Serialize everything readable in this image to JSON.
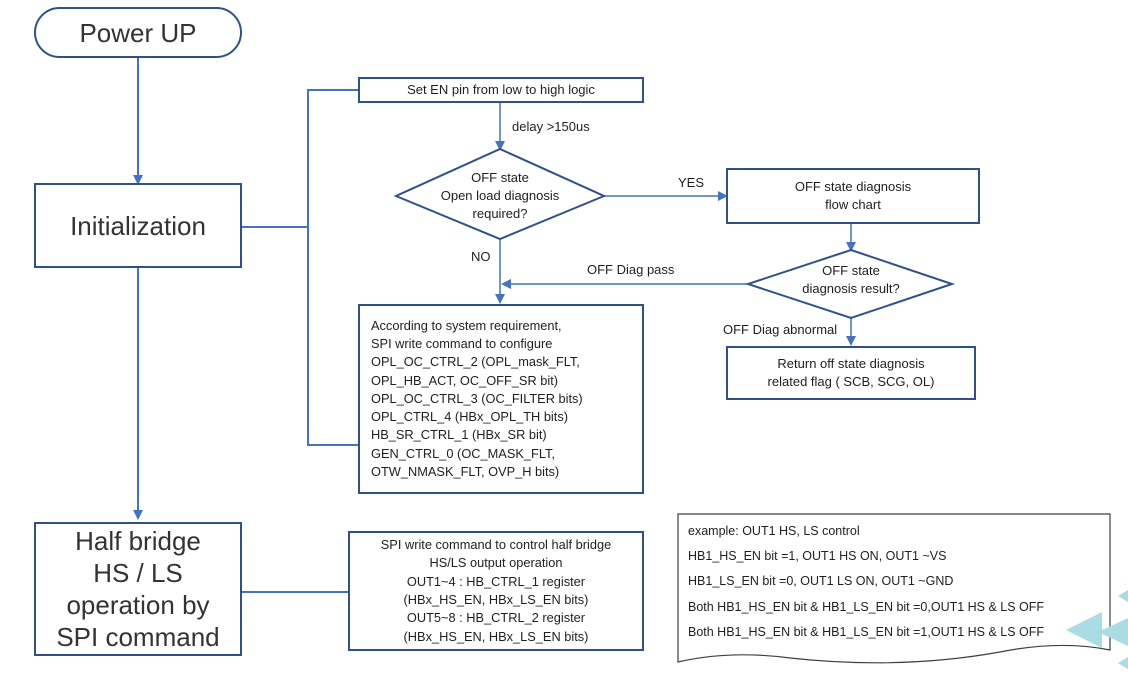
{
  "power_up": "Power UP",
  "initialization": "Initialization",
  "half_bridge": "Half bridge\nHS / LS\noperation by\nSPI command",
  "set_en": "Set EN pin from low to high logic",
  "delay": "delay >150us",
  "decision_off_state": "OFF state\nOpen load diagnosis\nrequired?",
  "yes": "YES",
  "no": "NO",
  "off_diag_flow": "OFF state  diagnosis\nflow chart",
  "decision_result": "OFF state\ndiagnosis result?",
  "off_diag_pass": "OFF Diag pass",
  "off_diag_abnormal": "OFF Diag abnormal",
  "return_flag": "Return off state diagnosis\nrelated flag ( SCB, SCG, OL)",
  "config_lines": [
    "According to system requirement,",
    "SPI  write command to configure",
    "OPL_OC_CTRL_2 (OPL_mask_FLT,",
    "OPL_HB_ACT, OC_OFF_SR bit)",
    "OPL_OC_CTRL_3 (OC_FILTER bits)",
    "OPL_CTRL_4 (HBx_OPL_TH bits)",
    "HB_SR_CTRL_1 (HBx_SR bit)",
    "GEN_CTRL_0 (OC_MASK_FLT,",
    "OTW_NMASK_FLT, OVP_H bits)"
  ],
  "spi_lines": [
    "SPI write command to control half bridge",
    "HS/LS output operation",
    "OUT1~4 : HB_CTRL_1 register",
    "(HBx_HS_EN, HBx_LS_EN bits)",
    "OUT5~8 : HB_CTRL_2 register",
    "(HBx_HS_EN, HBx_LS_EN bits)"
  ],
  "example_lines": [
    "example: OUT1 HS, LS control",
    "HB1_HS_EN bit =1, OUT1 HS ON, OUT1 ~VS",
    "HB1_LS_EN bit =0, OUT1 LS ON, OUT1 ~GND",
    "Both HB1_HS_EN bit & HB1_LS_EN bit =0,OUT1 HS & LS OFF",
    "Both HB1_HS_EN bit & HB1_LS_EN bit =1,OUT1 HS & LS OFF"
  ],
  "colors": {
    "line": "#4472c4",
    "box_border": "#2f4f8f",
    "decoration": "#a9dde3"
  }
}
